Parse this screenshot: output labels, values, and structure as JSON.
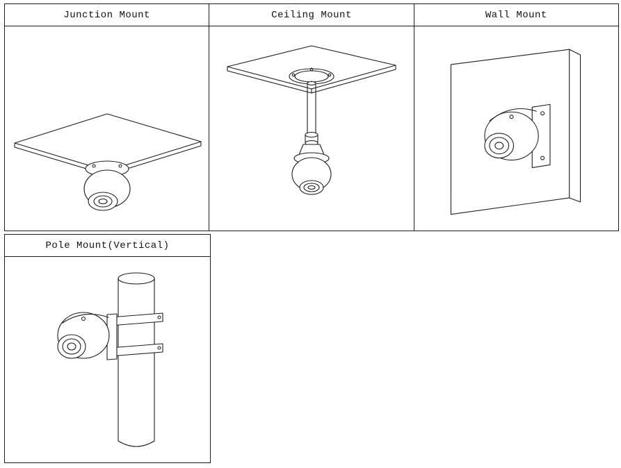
{
  "page": {
    "background": "#ffffff",
    "line_color": "#1c1c1c",
    "border_color": "#1c1c1c"
  },
  "mounts": [
    {
      "label": "Junction Mount",
      "icon": "junction-mount-diagram"
    },
    {
      "label": "Ceiling Mount",
      "icon": "ceiling-mount-diagram"
    },
    {
      "label": "Wall Mount",
      "icon": "wall-mount-diagram"
    },
    {
      "label": "Pole Mount(Vertical)",
      "icon": "pole-mount-diagram"
    }
  ]
}
